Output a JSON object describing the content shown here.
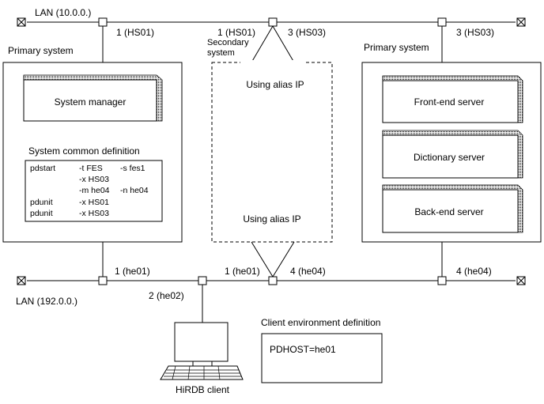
{
  "lan_top": {
    "label": "LAN (10.0.0.)"
  },
  "lan_bottom": {
    "label": "LAN (192.0.0.)"
  },
  "ports": {
    "left_top": "1 (HS01)",
    "mid_top_1": "1 (HS01)",
    "mid_top_3": "3 (HS03)",
    "right_top": "3 (HS03)",
    "left_bottom": "1 (he01)",
    "mid_bottom_1": "1 (he01)",
    "mid_bottom_4": "4 (he04)",
    "right_bottom": "4 (he04)",
    "client_port": "2 (he02)"
  },
  "left_system": {
    "title": "Primary system",
    "manager": "System manager",
    "definition_title": "System common definition",
    "definition_rows": [
      [
        "pdstart",
        "-t FES",
        "-s fes1"
      ],
      [
        "",
        "-x HS03",
        ""
      ],
      [
        "",
        "-m he04",
        "-n he04"
      ],
      [
        "pdunit",
        "-x HS01",
        ""
      ],
      [
        "pdunit",
        "-x HS03",
        ""
      ]
    ]
  },
  "secondary_system": {
    "title_line1": "Secondary",
    "title_line2": "system",
    "alias_top": "Using alias IP",
    "alias_bottom": "Using alias IP"
  },
  "right_system": {
    "title": "Primary system",
    "servers": [
      "Front-end server",
      "Dictionary server",
      "Back-end server"
    ]
  },
  "client": {
    "label": "HiRDB client",
    "env_title": "Client environment definition",
    "env_value": "PDHOST=he01"
  }
}
